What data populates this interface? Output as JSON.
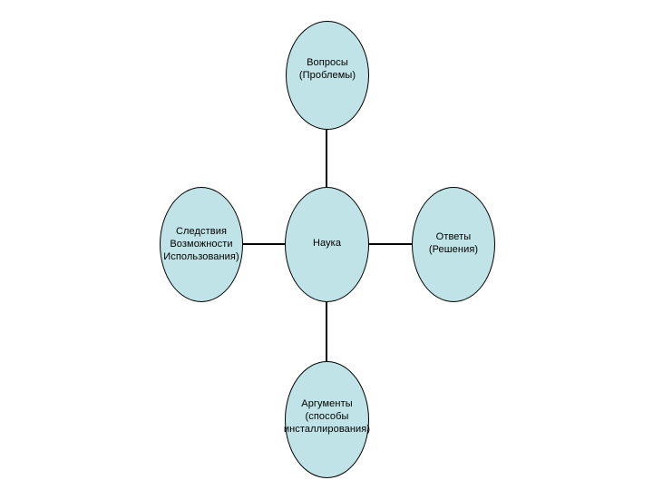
{
  "diagram": {
    "node_fill": "#bfe3e6",
    "stroke_color": "#000000",
    "center": {
      "label": "Наука"
    },
    "top": {
      "label": "Вопросы\n(Проблемы)"
    },
    "right": {
      "label": "Ответы\n(Решения)"
    },
    "bottom": {
      "label": "Аргументы\n(способы\nинсталлирования)"
    },
    "left": {
      "label": "Следствия\nВозможности\nИспользования)"
    }
  }
}
